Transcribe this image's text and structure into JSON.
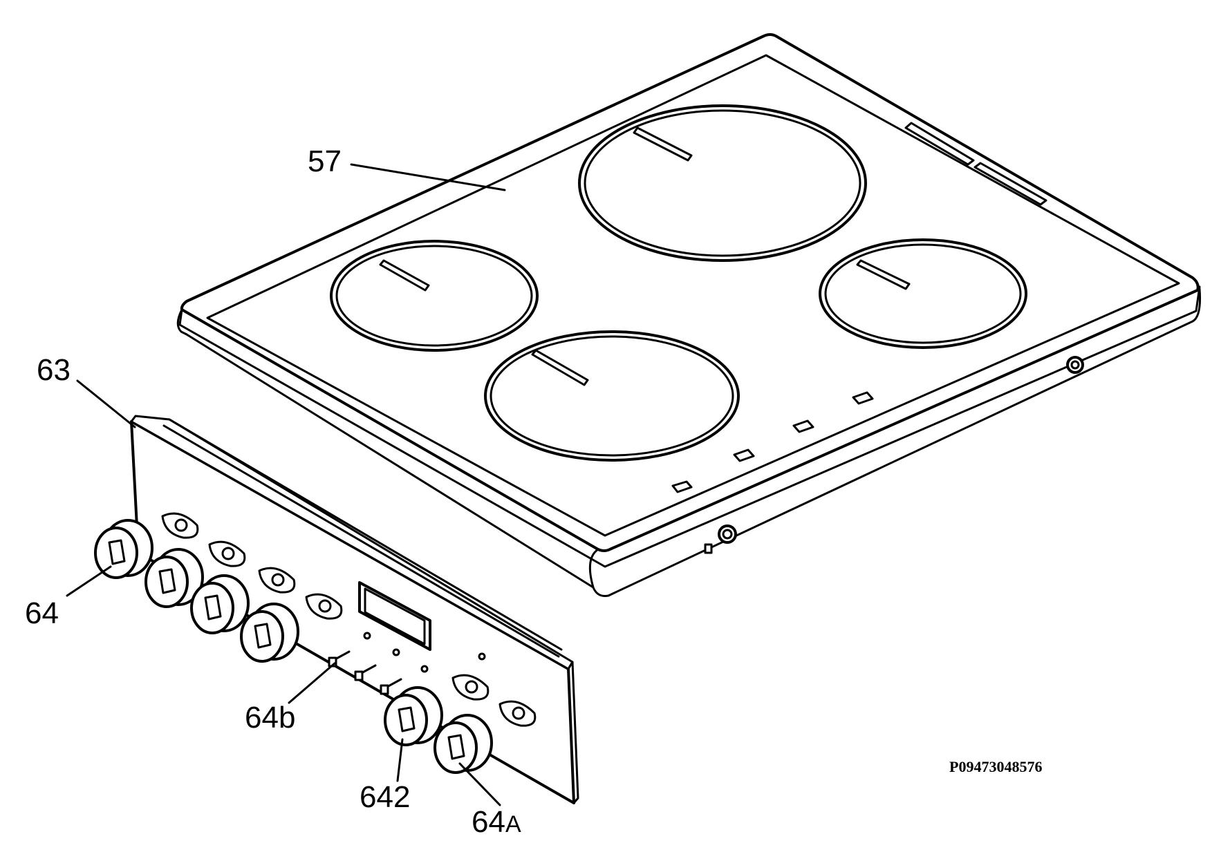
{
  "diagram": {
    "labels": {
      "hob_top": "57",
      "control_panel": "63",
      "knob": "64",
      "knob_spindle": "64b",
      "knob_642": "642",
      "knob_64a_prefix": "64",
      "knob_64a_suffix": "A"
    },
    "reference_code": "P09473048576",
    "colors": {
      "line": "#000000",
      "background": "#ffffff"
    }
  }
}
